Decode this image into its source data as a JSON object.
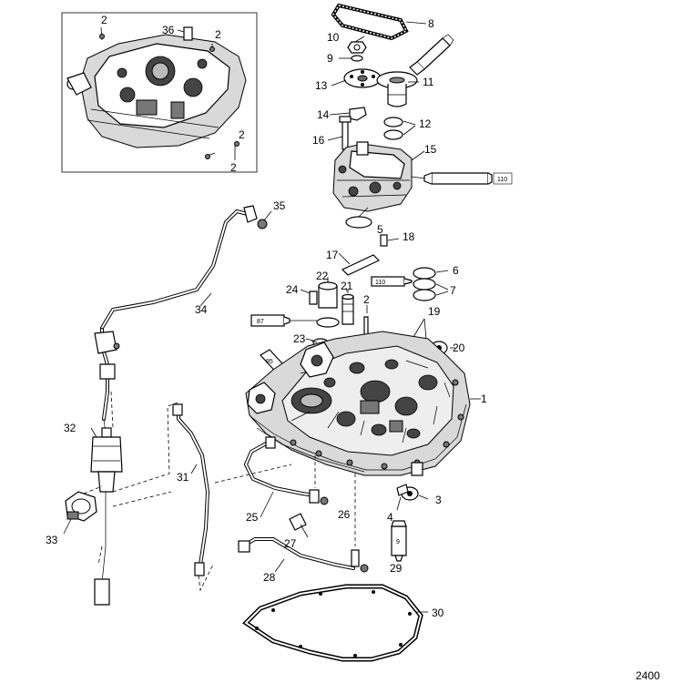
{
  "figure_number": "2400",
  "tube_codes": {
    "t110_pump": "110",
    "t110_cover": "110",
    "t87": "87",
    "t95": "95",
    "t9": "9"
  },
  "callouts": [
    {
      "id": "c2a",
      "text": "2"
    },
    {
      "id": "c2b",
      "text": "2"
    },
    {
      "id": "c2c",
      "text": "2"
    },
    {
      "id": "c2d",
      "text": "2"
    },
    {
      "id": "c36",
      "text": "36"
    },
    {
      "id": "c8",
      "text": "8"
    },
    {
      "id": "c10",
      "text": "10"
    },
    {
      "id": "c9",
      "text": "9"
    },
    {
      "id": "c13",
      "text": "13"
    },
    {
      "id": "c11",
      "text": "11"
    },
    {
      "id": "c14",
      "text": "14"
    },
    {
      "id": "c12",
      "text": "12"
    },
    {
      "id": "c16",
      "text": "16"
    },
    {
      "id": "c15",
      "text": "15"
    },
    {
      "id": "c35",
      "text": "35"
    },
    {
      "id": "c5",
      "text": "5"
    },
    {
      "id": "c18",
      "text": "18"
    },
    {
      "id": "c17",
      "text": "17"
    },
    {
      "id": "c6",
      "text": "6"
    },
    {
      "id": "c7",
      "text": "7"
    },
    {
      "id": "c24",
      "text": "24"
    },
    {
      "id": "c22",
      "text": "22"
    },
    {
      "id": "c21",
      "text": "21"
    },
    {
      "id": "c2e",
      "text": "2"
    },
    {
      "id": "c34",
      "text": "34"
    },
    {
      "id": "c19",
      "text": "19"
    },
    {
      "id": "c23",
      "text": "23"
    },
    {
      "id": "c20",
      "text": "20"
    },
    {
      "id": "c1",
      "text": "1"
    },
    {
      "id": "c32",
      "text": "32"
    },
    {
      "id": "c31",
      "text": "31"
    },
    {
      "id": "c3",
      "text": "3"
    },
    {
      "id": "c25",
      "text": "25"
    },
    {
      "id": "c26",
      "text": "26"
    },
    {
      "id": "c4",
      "text": "4"
    },
    {
      "id": "c33",
      "text": "33"
    },
    {
      "id": "c27",
      "text": "27"
    },
    {
      "id": "c28",
      "text": "28"
    },
    {
      "id": "c29",
      "text": "29"
    },
    {
      "id": "c30",
      "text": "30"
    }
  ]
}
